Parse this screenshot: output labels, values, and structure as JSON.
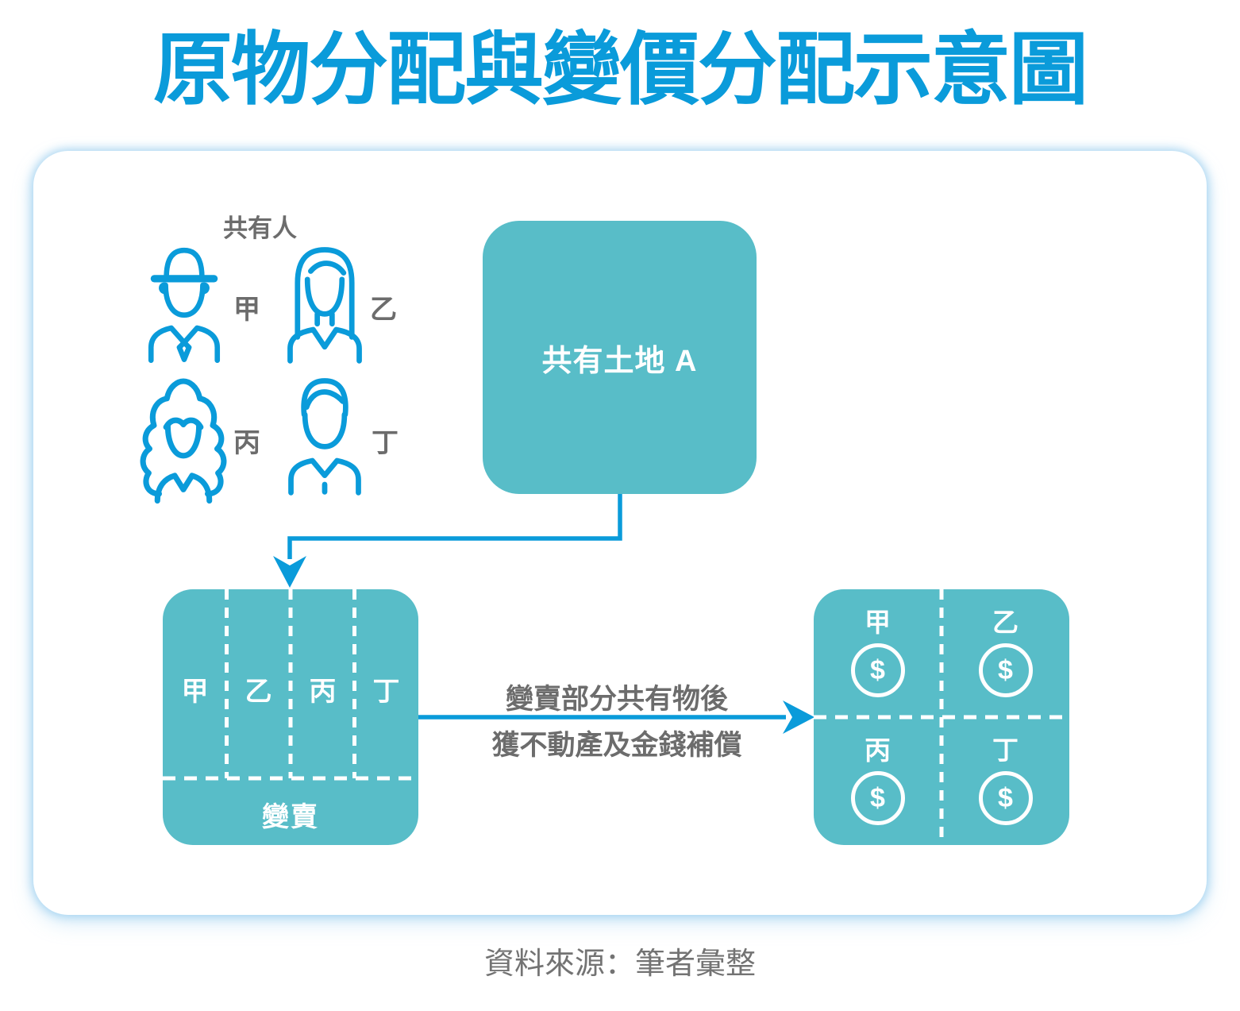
{
  "title": "原物分配與變價分配示意圖",
  "colors": {
    "accent_blue": "#0A9BDA",
    "teal": "#58BDC8",
    "label_gray": "#6C6C6C",
    "footer_gray": "#737373",
    "card_glow": "#A0CFEE",
    "white": "#FFFFFF"
  },
  "coowners": {
    "heading": "共有人",
    "members": [
      {
        "label": "甲",
        "icon": "man-hat-icon"
      },
      {
        "label": "乙",
        "icon": "woman-long-hair-icon"
      },
      {
        "label": "丙",
        "icon": "woman-curly-hair-icon"
      },
      {
        "label": "丁",
        "icon": "man-short-hair-icon"
      }
    ]
  },
  "land_box": {
    "label": "共有土地 A"
  },
  "partition_box": {
    "columns": [
      "甲",
      "乙",
      "丙",
      "丁"
    ],
    "bottom_label": "變賣"
  },
  "flow_arrow": {
    "line1": "變賣部分共有物後",
    "line2": "獲不動產及金錢補償"
  },
  "compensation_box": {
    "coin_symbol": "$",
    "quadrants": [
      {
        "label": "甲",
        "icon": "dollar-coin-icon"
      },
      {
        "label": "乙",
        "icon": "dollar-coin-icon"
      },
      {
        "label": "丙",
        "icon": "dollar-coin-icon"
      },
      {
        "label": "丁",
        "icon": "dollar-coin-icon"
      }
    ]
  },
  "footer": {
    "source": "資料來源：筆者彙整"
  }
}
